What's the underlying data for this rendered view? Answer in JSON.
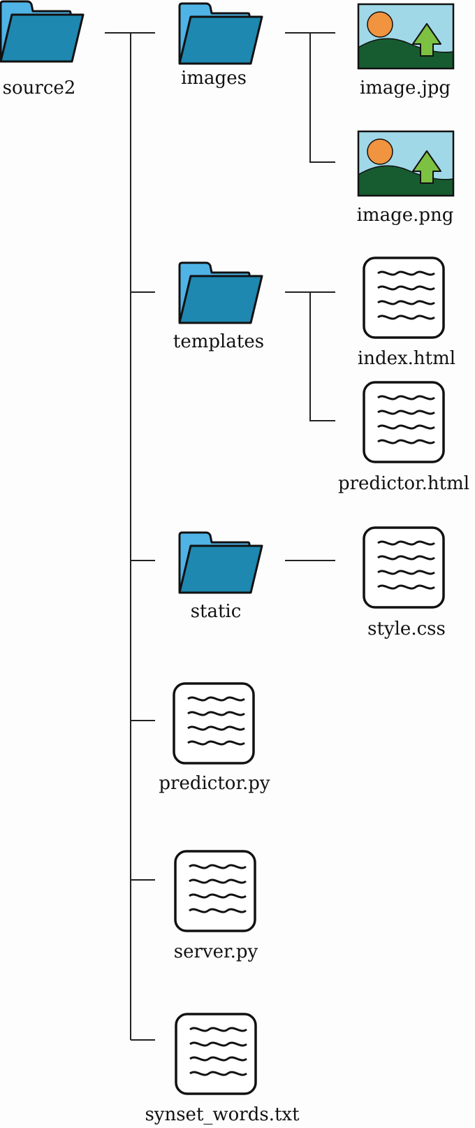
{
  "root": {
    "label": "source2",
    "icon": "folder-icon"
  },
  "children": [
    {
      "label": "images",
      "icon": "folder-icon",
      "children": [
        {
          "label": "image.jpg",
          "icon": "image-file-icon"
        },
        {
          "label": "image.png",
          "icon": "image-file-icon"
        }
      ]
    },
    {
      "label": "templates",
      "icon": "folder-icon",
      "children": [
        {
          "label": "index.html",
          "icon": "text-file-icon"
        },
        {
          "label": "predictor.html",
          "icon": "text-file-icon"
        }
      ]
    },
    {
      "label": "static",
      "icon": "folder-icon",
      "children": [
        {
          "label": "style.css",
          "icon": "text-file-icon"
        }
      ]
    },
    {
      "label": "predictor.py",
      "icon": "text-file-icon"
    },
    {
      "label": "server.py",
      "icon": "text-file-icon"
    },
    {
      "label": "synset_words.txt",
      "icon": "text-file-icon"
    }
  ],
  "colors": {
    "folder_front": "#1e88b0",
    "folder_back": "#4fb3e6",
    "image_sky": "#a0d8e8",
    "image_sun": "#f0943f",
    "image_hill": "#175c30",
    "image_tree": "#7dc142",
    "line": "#222222"
  }
}
